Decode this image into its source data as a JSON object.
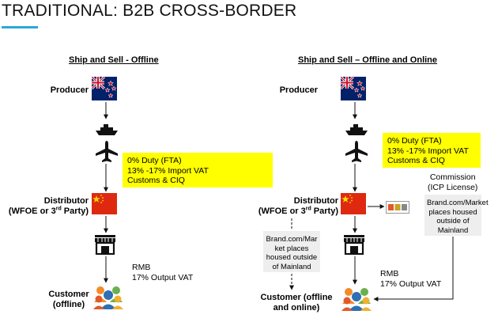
{
  "title": "TRADITIONAL: B2B CROSS-BORDER",
  "left": {
    "heading": "Ship and Sell - Offline",
    "producer_label": "Producer",
    "duty_box": [
      "0% Duty (FTA)",
      "13% -17% Import VAT",
      "Customs & CIQ"
    ],
    "distributor_label_line1": "Distributor",
    "distributor_label_line2_pre": "(WFOE or 3",
    "distributor_label_sup": "rd",
    "distributor_label_line2_post": " Party)",
    "rmb_lines": [
      "RMB",
      "17% Output VAT"
    ],
    "customer_label": [
      "Customer",
      "(offline)"
    ]
  },
  "right": {
    "heading": "Ship and Sell – Offline and Online",
    "producer_label": "Producer",
    "duty_box": [
      "0% Duty (FTA)",
      "13% -17% Import VAT",
      "Customs & CIQ"
    ],
    "commission_lines": [
      "Commission",
      "(ICP License)"
    ],
    "distributor_label_line1": "Distributor",
    "distributor_label_line2_pre": "(WFOE or 3",
    "distributor_label_sup": "rd",
    "distributor_label_line2_post": " Party)",
    "brand_box_left": [
      "Brand.com/Mar",
      "ket places",
      "housed outside",
      "of Mainland"
    ],
    "brand_box_right": [
      "Brand.com/Market",
      "places housed",
      "outside of",
      "Mainland"
    ],
    "rmb_lines": [
      "RMB",
      "17% Output VAT"
    ],
    "customer_label": [
      "Customer (offline",
      "and online)"
    ]
  },
  "colors": {
    "accent_rule": "#2aa8d8",
    "highlight_box": "#ffff00",
    "grey_box": "#eeeeee",
    "flag_nz_blue": "#012169",
    "flag_nz_red": "#c8102e",
    "flag_china_red": "#de2910",
    "flag_china_star": "#ffde00",
    "people_orange": "#f28c28",
    "people_green": "#6ab04c",
    "people_blue": "#2f6fb3"
  },
  "icons": [
    "nz-flag-icon",
    "ship-icon",
    "airplane-icon",
    "china-flag-icon",
    "store-icon",
    "customers-icon",
    "marketplace-logos-icon"
  ]
}
